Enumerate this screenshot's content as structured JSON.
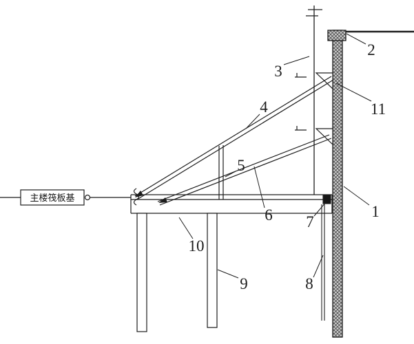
{
  "figure": {
    "kind": "excavation-support-section-diagram",
    "foundation_label": "主楼筏板基",
    "callouts": {
      "n1": "1",
      "n2": "2",
      "n3": "3",
      "n4": "4",
      "n5": "5",
      "n6": "6",
      "n7": "7",
      "n8": "8",
      "n9": "9",
      "n10": "10",
      "n11": "11"
    },
    "colors": {
      "line": "#1c1c1c",
      "wall_fill": "#cfcfcf",
      "hatch": "#4a4a4a"
    }
  }
}
